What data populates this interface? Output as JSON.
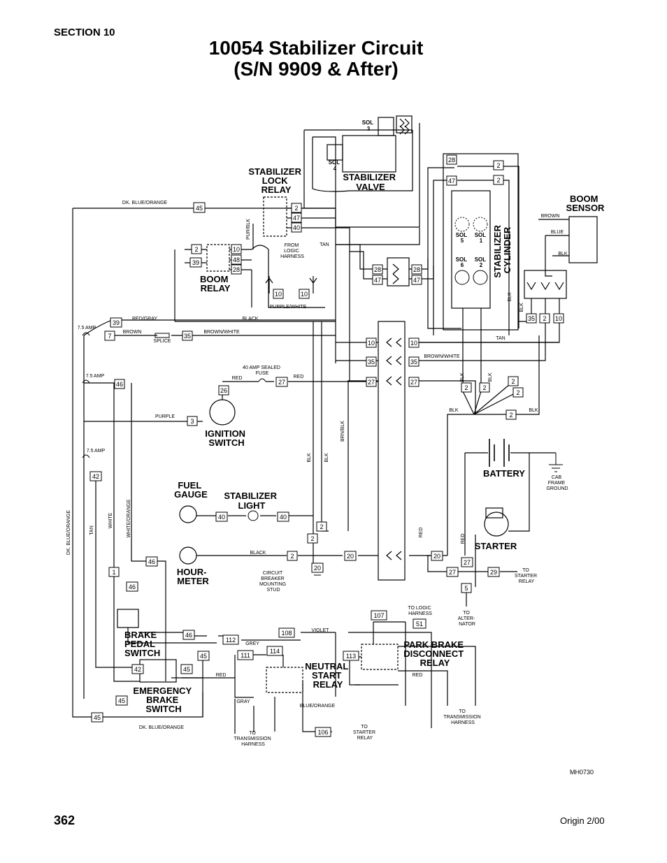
{
  "header": {
    "section": "SECTION 10"
  },
  "title": {
    "line1": "10054 Stabilizer Circuit",
    "line2": "(S/N 9909 & After)"
  },
  "footer": {
    "page_number": "362",
    "revision": "Origin 2/00"
  },
  "diagram": {
    "drawing_id": "MH0730",
    "components": {
      "stab_lock_relay": [
        "STABILIZER",
        "LOCK",
        "RELAY"
      ],
      "stab_valve": [
        "STABILIZER",
        "VALVE"
      ],
      "boom_relay": [
        "BOOM",
        "RELAY"
      ],
      "boom_sensor": [
        "BOOM",
        "SENSOR"
      ],
      "stab_cylinder": [
        "STABILIZER",
        "CYLINDER"
      ],
      "ignition_switch": [
        "IGNITION",
        "SWITCH"
      ],
      "fuel_gauge": [
        "FUEL",
        "GAUGE"
      ],
      "stab_light": [
        "STABILIZER",
        "LIGHT"
      ],
      "hour_meter": [
        "HOUR-",
        "METER"
      ],
      "battery": "BATTERY",
      "starter": "STARTER",
      "brake_pedal_switch": [
        "BRAKE",
        "PEDAL",
        "SWITCH"
      ],
      "emergency_brake_switch": [
        "EMERGENCY",
        "BRAKE",
        "SWITCH"
      ],
      "neutral_start_relay": [
        "NEUTRAL",
        "START",
        "RELAY"
      ],
      "park_brake_relay": [
        "PARK BRAKE",
        "DISCONNECT",
        "RELAY"
      ]
    },
    "solenoids": {
      "sol3": [
        "SOL",
        "3"
      ],
      "sol4": [
        "SOL",
        "4"
      ],
      "sol5": [
        "SOL",
        "5"
      ],
      "sol1": [
        "SOL",
        "1"
      ],
      "sol6": [
        "SOL",
        "6"
      ],
      "sol2": [
        "SOL",
        "2"
      ]
    },
    "wire_labels": {
      "dk_blue_orange": "DK. BLUE/ORANGE",
      "brown": "BROWN",
      "blue": "BLUE",
      "blk": "BLK",
      "tan": "TAN",
      "pur_blk": "PUR/BLK",
      "from_logic": [
        "FROM",
        "LOGIC",
        "HARNESS"
      ],
      "purple_white": "PURPLE/WHITE",
      "red_gray": "RED/GRAY",
      "black": "BLACK",
      "amp75": "7.5 AMP",
      "splice": "SPLICE",
      "brown_white": "BROWN/WHITE",
      "fuse40": [
        "40 AMP SEALED",
        "FUSE"
      ],
      "red": "RED",
      "purple": "PURPLE",
      "brn_blk": "BRN/BLK",
      "white": "WHITE",
      "white_orange": "WHITE/ORANGE",
      "cab_frame": [
        "CAB",
        "FRAME",
        "GROUND"
      ],
      "cb_stud": [
        "CIRCUIT",
        "BREAKER",
        "MOUNTING",
        "STUD"
      ],
      "to_starter_relay": [
        "TO",
        "STARTER",
        "RELAY"
      ],
      "to_alternator": [
        "TO",
        "ALTER-",
        "NATOR"
      ],
      "to_logic_harness": [
        "TO LOGIC",
        "HARNESS"
      ],
      "violet": "VIOLET",
      "grey": "GREY",
      "gray": "GRAY",
      "blue_orange": "BLUE/ORANGE",
      "to_transmission": [
        "TO",
        "TRANSMISSION",
        "HARNESS"
      ]
    },
    "wire_numbers": {
      "n2": "2",
      "n47": "47",
      "n40": "40",
      "n10": "10",
      "n48": "48",
      "n28": "28",
      "n39": "39",
      "n45": "45",
      "n7": "7",
      "n35": "35",
      "n46": "46",
      "n27": "27",
      "n26": "26",
      "n3": "3",
      "n42": "42",
      "n1": "1",
      "n20": "20",
      "n29": "29",
      "n5": "5",
      "n107": "107",
      "n51": "51",
      "n108": "108",
      "n112": "112",
      "n111": "111",
      "n114": "114",
      "n113": "113",
      "n106": "106"
    }
  }
}
